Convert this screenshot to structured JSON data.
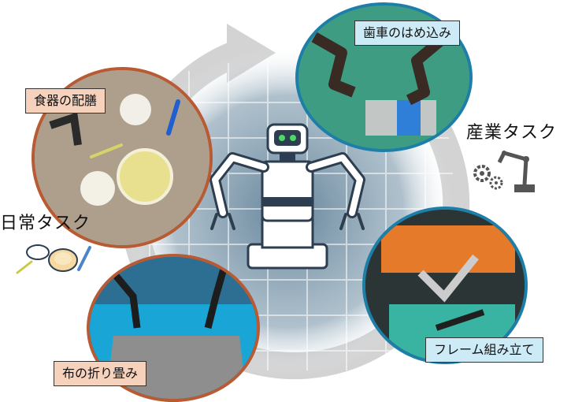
{
  "labels": {
    "tableware": "食器の配膳",
    "gear": "歯車のはめ込み",
    "frame": "フレーム組み立て",
    "cloth": "布の折り畳み"
  },
  "headings": {
    "daily": "日常タスク",
    "industrial": "産業タスク"
  },
  "icons": {
    "center": "robot-icon",
    "daily": "plate-cutlery-icon",
    "industrial": "robot-arm-gears-icon"
  },
  "colors": {
    "daily_border": "#b85a33",
    "industrial_border": "#1d7fa8",
    "daily_label_bg": "#f6d2bd",
    "industrial_label_bg": "#cdebf7",
    "cycle_arrow": "#cfcfcf"
  }
}
